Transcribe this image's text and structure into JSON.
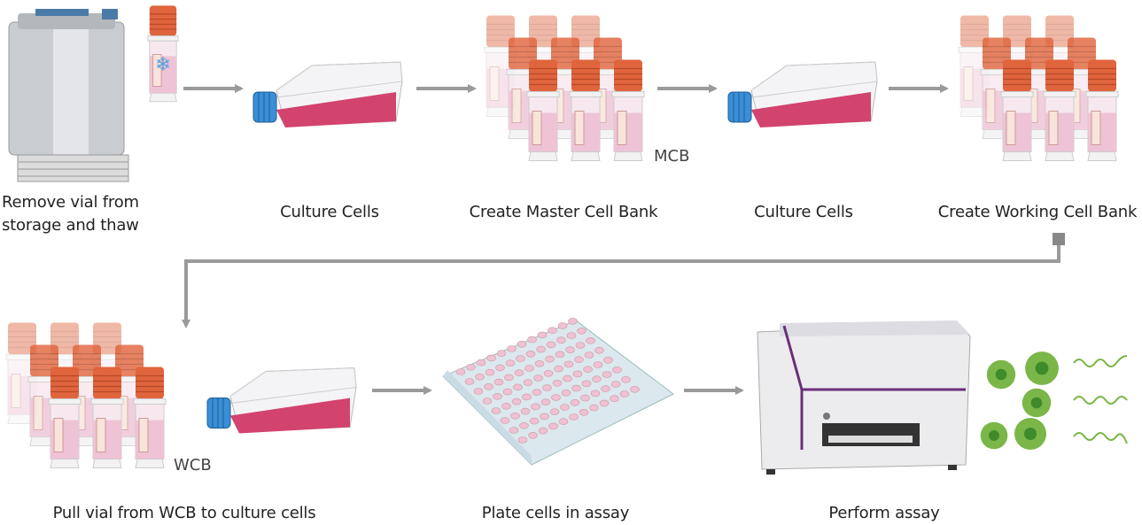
{
  "steps_row1": [
    {
      "label_line1": "Remove vial from",
      "label_line2": "storage and thaw"
    },
    {
      "label": "Culture Cells"
    },
    {
      "label": "Create Master Cell Bank",
      "tag": "MCB"
    },
    {
      "label": "Culture Cells"
    },
    {
      "label": "Create Working Cell Bank"
    }
  ],
  "steps_row2": [
    {
      "label": "Pull vial from WCB to culture cells",
      "tag": "WCB"
    },
    {
      "label": "Plate cells in assay"
    },
    {
      "label": "Perform assay"
    }
  ],
  "colors": {
    "arrow": "#9a9a9a",
    "cap": "#e0643c",
    "media": "#d2436e",
    "cell": "#7ab648",
    "instrument_accent": "#6a2f7a"
  }
}
